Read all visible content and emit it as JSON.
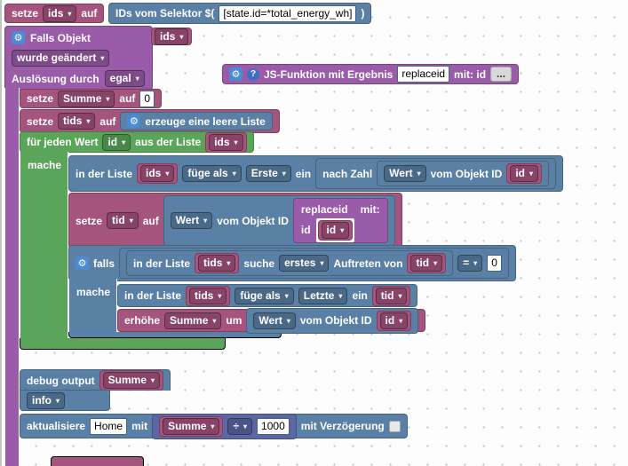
{
  "icons": {
    "gear": "⚙",
    "help": "?"
  },
  "colors": {
    "variable": "#a5547e",
    "system_blue": "#5b80a5",
    "trigger_purple": "#9a5ca8",
    "loop_green": "#5ba55b",
    "math_blue": "#5b67a5"
  },
  "blocks": {
    "set_ids": {
      "setze": "setze",
      "var": "ids",
      "auf": "auf"
    },
    "selector": {
      "label": "IDs vom Selektor $(",
      "value": "[state.id=*total_energy_wh]",
      "close": ")"
    },
    "trigger": {
      "title": "Falls Objekt",
      "var": "ids",
      "changed": "wurde geändert",
      "ausloesung": "Auslösung durch",
      "egal": "egal"
    },
    "jsfunc": {
      "label": "JS-Funktion mit Ergebnis",
      "name": "replaceid",
      "args": "mit: id",
      "more": "..."
    },
    "set_summe": {
      "setze": "setze",
      "var": "Summe",
      "auf": "auf",
      "value": "0"
    },
    "set_tids": {
      "setze": "setze",
      "var": "tids",
      "auf": "auf"
    },
    "empty_list": {
      "label": "erzeuge eine leere Liste"
    },
    "foreach": {
      "fuer": "für jeden Wert",
      "var": "id",
      "aus": "aus der Liste",
      "list": "ids",
      "mache": "mache"
    },
    "insert_first": {
      "in_der_liste": "in der Liste",
      "list": "ids",
      "fuege": "füge als",
      "pos": "Erste",
      "ein": "ein"
    },
    "to_number": {
      "label": "nach Zahl"
    },
    "getval_1": {
      "wert": "Wert",
      "vom": "vom Objekt ID",
      "id": "id"
    },
    "set_tid": {
      "setze": "setze",
      "var": "tid",
      "auf": "auf"
    },
    "getval_2": {
      "wert": "Wert",
      "vom": "vom Objekt ID"
    },
    "func_call": {
      "name": "replaceid",
      "mit": "mit:",
      "arg": "id",
      "arg_value": "id"
    },
    "if_block": {
      "falls": "falls",
      "mache": "mache"
    },
    "find_first": {
      "in_der_liste": "in der Liste",
      "list": "tids",
      "suche": "suche",
      "erstes": "erstes",
      "auftreten": "Auftreten von",
      "var": "tid"
    },
    "compare": {
      "op": "=",
      "value": "0"
    },
    "insert_last": {
      "in_der_liste": "in der Liste",
      "list": "tids",
      "fuege": "füge als",
      "pos": "Letzte",
      "ein": "ein",
      "var": "tid"
    },
    "change_summe": {
      "erhoehe": "erhöhe",
      "var": "Summe",
      "um": "um"
    },
    "getval_3": {
      "wert": "Wert",
      "vom": "vom Objekt ID",
      "id": "id"
    },
    "debug": {
      "label": "debug output",
      "var": "Summe",
      "level": "info"
    },
    "update": {
      "label": "aktualisiere",
      "target": "Home",
      "mit": "mit",
      "var": "Summe",
      "op": "÷",
      "value": "1000",
      "delay": "mit Verzögerung"
    }
  }
}
